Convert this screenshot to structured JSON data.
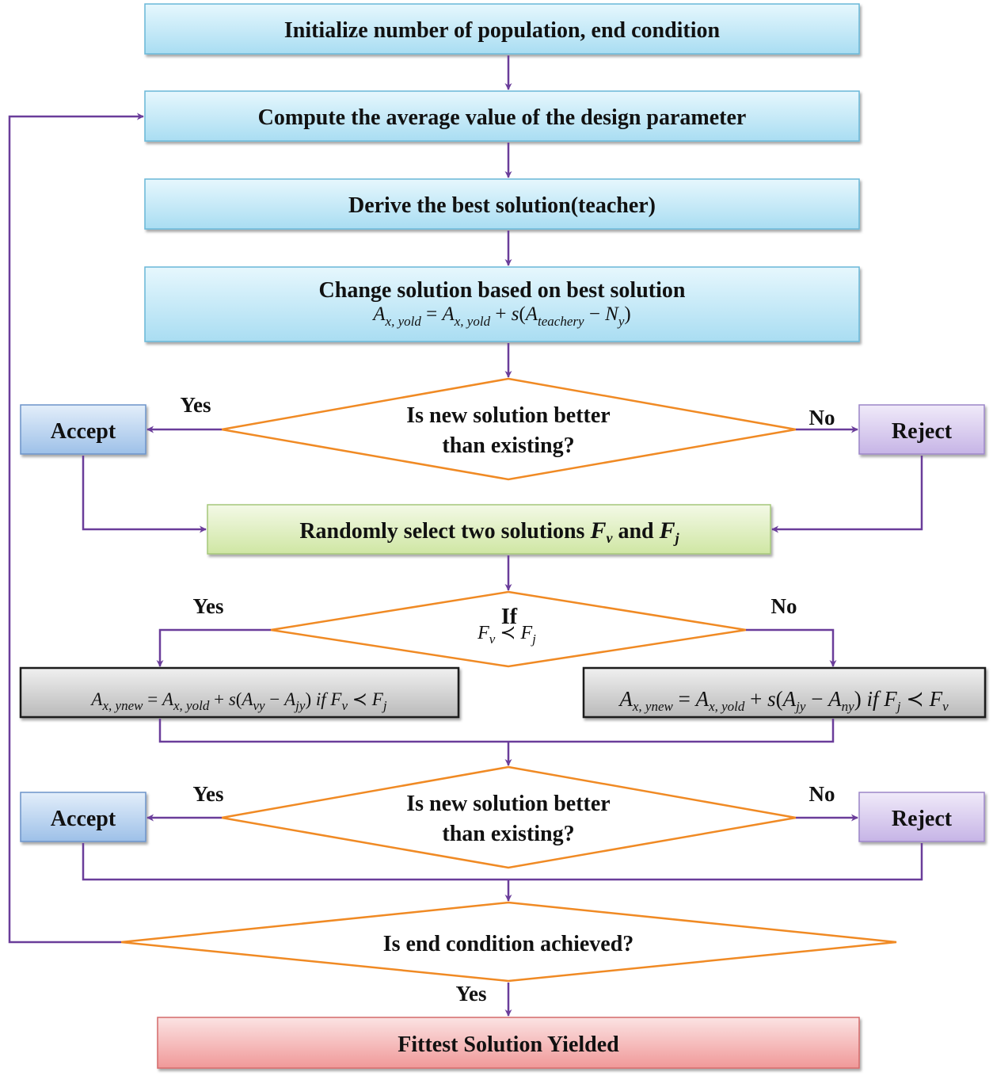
{
  "diagram": {
    "boxes": {
      "init": "Initialize number of population, end condition",
      "compute_avg": "Compute the average value of the design parameter",
      "derive_best": "Derive the best solution(teacher)",
      "change_solution": "Change solution based on best solution",
      "accept_1": "Accept",
      "reject_1": "Reject",
      "random_select_prefix": "Randomly select two solutions ",
      "random_select_and": " and ",
      "accept_2": "Accept",
      "reject_2": "Reject",
      "fittest": "Fittest Solution Yielded"
    },
    "decisions": {
      "better_1_line1": "Is new solution better",
      "better_1_line2": "than existing?",
      "if_word": "If",
      "better_2_line1": "Is new solution better",
      "better_2_line2": "than existing?",
      "end_condition": "Is end condition achieved?"
    },
    "edge_labels": {
      "yes_1": "Yes",
      "no_1": "No",
      "yes_2": "Yes",
      "no_2": "No",
      "yes_3": "Yes",
      "no_3": "No",
      "yes_4": "Yes"
    },
    "colors": {
      "arrow": "#6a3d9a",
      "blue_fill": "#c9ecf8",
      "accept_fill": "#b9d3f0",
      "reject_fill": "#d9cdef",
      "green_fill": "#e4f2c8",
      "gray_fill": "#d2d2d2",
      "red_fill": "#f7b7b7",
      "diamond_stroke": "#f08a24"
    }
  }
}
